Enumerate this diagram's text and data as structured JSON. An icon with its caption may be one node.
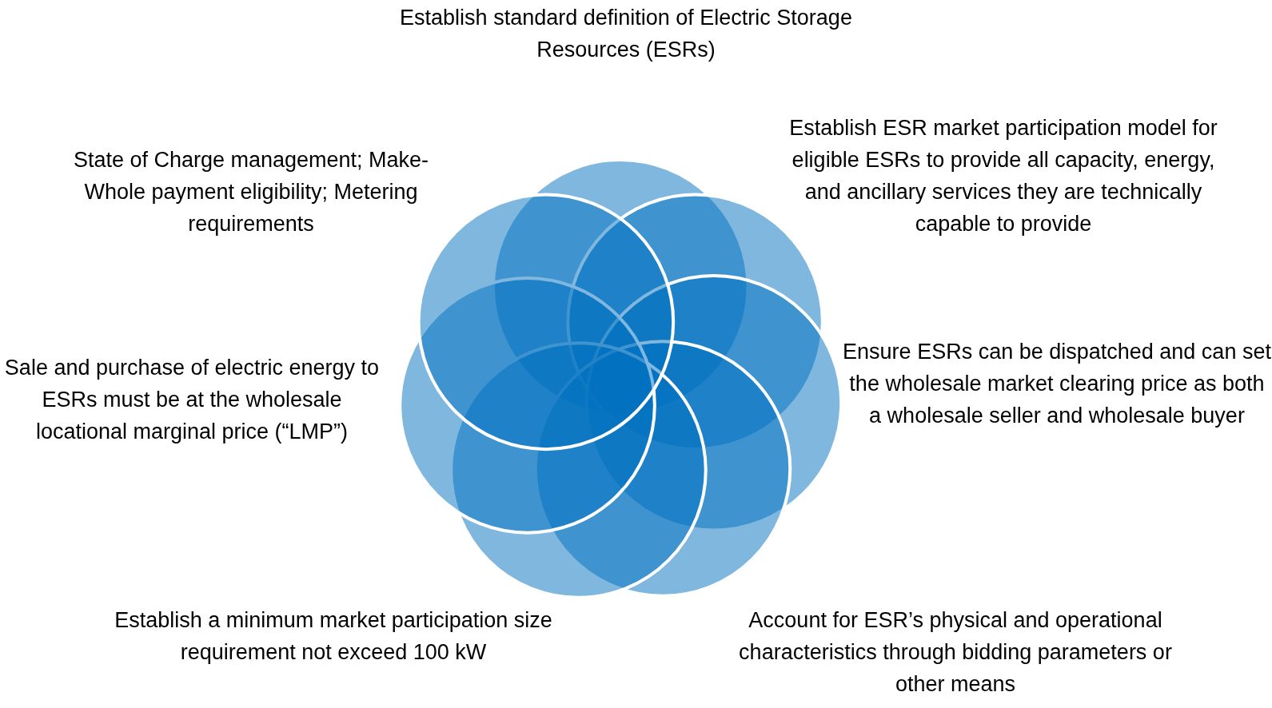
{
  "diagram": {
    "labels": [
      "Establish standard definition of Electric Storage Resources (ESRs)",
      "Establish ESR market participation model for eligible ESRs to provide all capacity, energy, and ancillary services they are technically capable to provide",
      "State of Charge management; Make-Whole payment eligibility; Metering requirements",
      "Ensure ESRs can be dispatched and can set the wholesale market clearing price as both a wholesale seller and wholesale buyer",
      "Sale and purchase of electric energy to ESRs must be at the wholesale locational marginal price (“LMP”)",
      "Establish a minimum market participation size requirement not exceed 100 kW",
      "Account for ESR’s physical and operational characteristics through bidding parameters or other means"
    ]
  }
}
